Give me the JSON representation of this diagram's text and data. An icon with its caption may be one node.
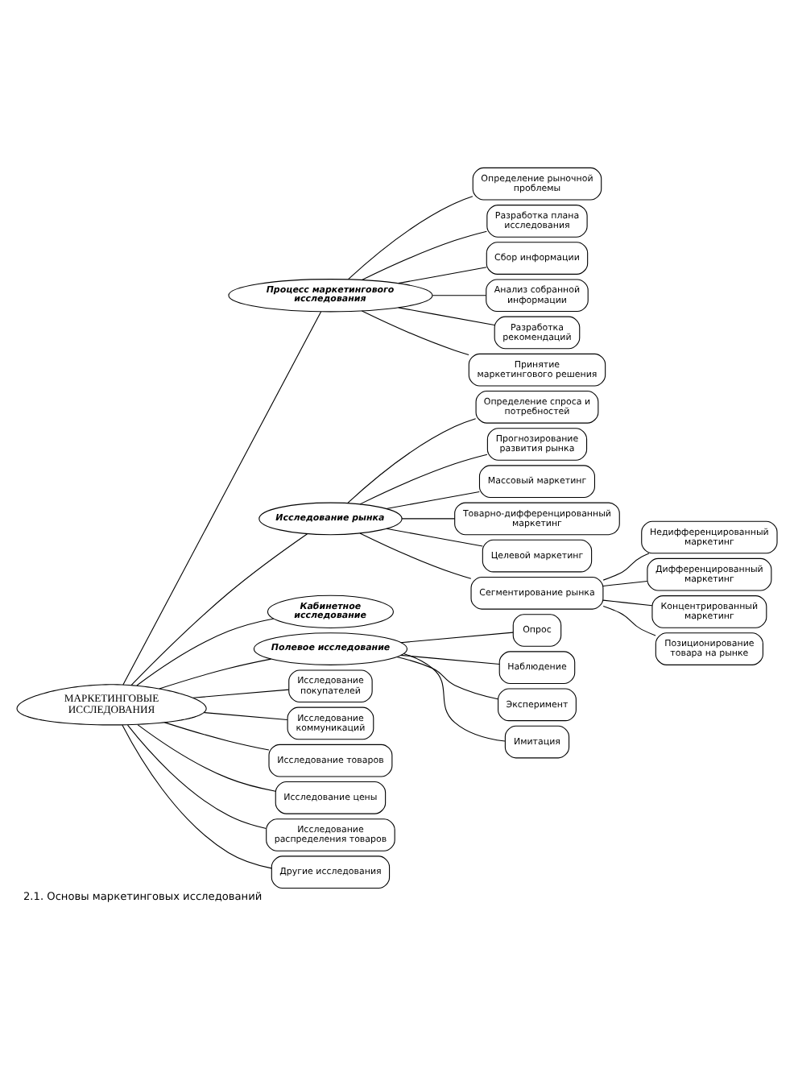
{
  "diagram": {
    "caption": "2.1. Основы маркетинговых исследований",
    "nodes": [
      {
        "text": [
          "МАРКЕТИНГОВЫЕ ИССЛЕДОВАНИЯ"
        ]
      },
      {
        "text": [
          "Процесс маркетингового исследования"
        ]
      },
      {
        "text": [
          "Определение рыночной проблемы"
        ]
      },
      {
        "text": [
          "Разработка плана исследования"
        ]
      },
      {
        "text": [
          "Сбор информации"
        ]
      },
      {
        "text": [
          "Анализ собранной информации"
        ]
      },
      {
        "text": [
          "Разработка рекомендаций"
        ]
      },
      {
        "text": [
          "Принятие маркетингового решения"
        ]
      },
      {
        "text": [
          "Исследование рынка"
        ]
      },
      {
        "text": [
          "Определение спроса и потребностей"
        ]
      },
      {
        "text": [
          "Прогнозирование развития рынка"
        ]
      },
      {
        "text": [
          "Массовый маркетинг"
        ]
      },
      {
        "text": [
          "Товарно-дифференцированный маркетинг"
        ]
      },
      {
        "text": [
          "Целевой маркетинг"
        ]
      },
      {
        "text": [
          "Сегментирование рынка"
        ]
      },
      {
        "text": [
          "Недифференцированный маркетинг"
        ]
      },
      {
        "text": [
          "Дифференцированный маркетинг"
        ]
      },
      {
        "text": [
          "Концентрированный маркетинг"
        ]
      },
      {
        "text": [
          "Позиционирование товара на рынке"
        ]
      },
      {
        "text": [
          "Кабинетное исследование"
        ]
      },
      {
        "text": [
          "Полевое исследование"
        ]
      },
      {
        "text": [
          "Опрос"
        ]
      },
      {
        "text": [
          "Наблюдение"
        ]
      },
      {
        "text": [
          "Эксперимент"
        ]
      },
      {
        "text": [
          "Имитация"
        ]
      },
      {
        "text": [
          "Исследование покупателей"
        ]
      },
      {
        "text": [
          "Исследование коммуникаций"
        ]
      },
      {
        "text": [
          "Исследование товаров"
        ]
      },
      {
        "text": [
          "Исследование цены"
        ]
      },
      {
        "text": [
          "Исследование распределения товаров"
        ]
      },
      {
        "text": [
          "Другие исследования"
        ]
      }
    ],
    "edges": [
      {
        "from": 0,
        "to": 1,
        "arrow": "none"
      },
      {
        "from": 1,
        "to": 2,
        "arrow": "none"
      },
      {
        "from": 1,
        "to": 3,
        "arrow": "none"
      },
      {
        "from": 1,
        "to": 4,
        "arrow": "none"
      },
      {
        "from": 1,
        "to": 5,
        "arrow": "none"
      },
      {
        "from": 1,
        "to": 6,
        "arrow": "none"
      },
      {
        "from": 1,
        "to": 7,
        "arrow": "none"
      },
      {
        "from": 0,
        "to": 8,
        "arrow": "none"
      },
      {
        "from": 8,
        "to": 9,
        "arrow": "none"
      },
      {
        "from": 8,
        "to": 10,
        "arrow": "none"
      },
      {
        "from": 8,
        "to": 11,
        "arrow": "none"
      },
      {
        "from": 8,
        "to": 12,
        "arrow": "none"
      },
      {
        "from": 8,
        "to": 13,
        "arrow": "none"
      },
      {
        "from": 8,
        "to": 14,
        "arrow": "none"
      },
      {
        "from": 14,
        "to": 15,
        "arrow": "none"
      },
      {
        "from": 14,
        "to": 16,
        "arrow": "none"
      },
      {
        "from": 14,
        "to": 17,
        "arrow": "none"
      },
      {
        "from": 14,
        "to": 18,
        "arrow": "none"
      },
      {
        "from": 0,
        "to": 19,
        "arrow": "none"
      },
      {
        "from": 0,
        "to": 20,
        "arrow": "none"
      },
      {
        "from": 20,
        "to": 21,
        "arrow": "none"
      },
      {
        "from": 20,
        "to": 22,
        "arrow": "none"
      },
      {
        "from": 20,
        "to": 23,
        "arrow": "none"
      },
      {
        "from": 20,
        "to": 24,
        "arrow": "none"
      },
      {
        "from": 0,
        "to": 25,
        "arrow": "none"
      },
      {
        "from": 0,
        "to": 26,
        "arrow": "none"
      },
      {
        "from": 0,
        "to": 27,
        "arrow": "none"
      },
      {
        "from": 0,
        "to": 28,
        "arrow": "none"
      },
      {
        "from": 0,
        "to": 29,
        "arrow": "none"
      },
      {
        "from": 0,
        "to": 30,
        "arrow": "none"
      }
    ]
  }
}
